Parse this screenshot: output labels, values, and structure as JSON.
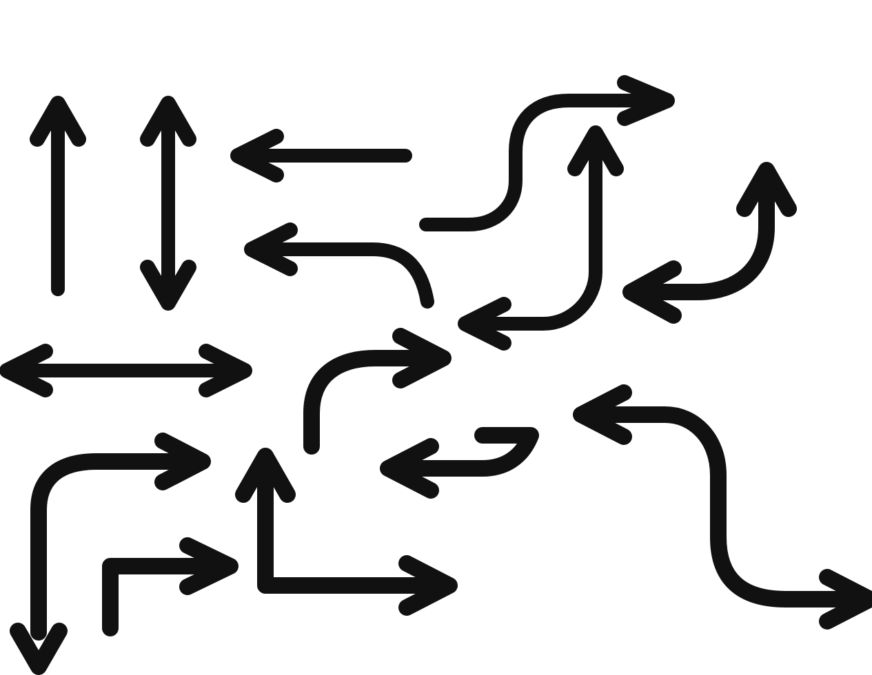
{
  "illustration": {
    "stroke_color": "#111111",
    "background_color": "#ffffff",
    "arrows": [
      {
        "name": "vertical-up-arrow",
        "icon": "arrow-up-icon"
      },
      {
        "name": "vertical-double-arrow",
        "icon": "arrow-up-down-icon"
      },
      {
        "name": "left-arrow-straight",
        "icon": "arrow-left-icon"
      },
      {
        "name": "left-arrow-curved",
        "icon": "arrow-turn-left-icon"
      },
      {
        "name": "horizontal-double-arrow",
        "icon": "arrow-left-right-icon"
      },
      {
        "name": "s-curve-right-arrow",
        "icon": "arrow-s-curve-right-icon"
      },
      {
        "name": "double-ended-turn-arrow",
        "icon": "arrow-turn-up-left-icon"
      },
      {
        "name": "curved-double-arrow-right",
        "icon": "arrow-curve-up-left-icon"
      },
      {
        "name": "curve-right-arrow",
        "icon": "arrow-curve-right-icon"
      },
      {
        "name": "hook-left-arrow",
        "icon": "arrow-hook-left-icon"
      },
      {
        "name": "curve-up-right-down-arrow",
        "icon": "arrow-curve-down-right-icon"
      },
      {
        "name": "l-right-arrow",
        "icon": "arrow-l-right-icon"
      },
      {
        "name": "l-up-right-arrow",
        "icon": "arrow-corner-up-right-icon"
      },
      {
        "name": "s-curve-left-right-arrow",
        "icon": "arrow-s-curve-left-right-icon"
      }
    ]
  }
}
